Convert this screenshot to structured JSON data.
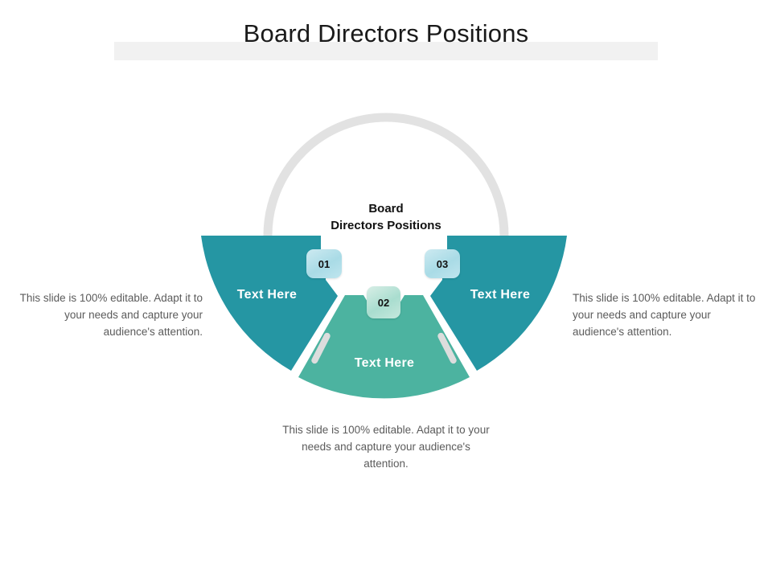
{
  "slide": {
    "title": "Board Directors Positions",
    "center_heading": "Board\nDirectors Positions",
    "background_color": "#ffffff",
    "title_band_color": "#f1f1f1"
  },
  "palette": {
    "teal": "#2596a3",
    "green": "#4cb3a0",
    "ring_gray": "#e2e2e2",
    "divider_gray": "#dddddd",
    "badge_blue": "#a9dbe6",
    "badge_green": "#a9ddcf",
    "body_text": "#5b5b5b",
    "title_text": "#1a1a1a"
  },
  "segments": [
    {
      "id": "01",
      "badge": "01",
      "label": "Text Here",
      "body": "This slide is 100% editable.  Adapt it to your needs and capture your audience's attention.",
      "color": "#2596a3",
      "badge_color": "#a9dbe6",
      "position": "left"
    },
    {
      "id": "02",
      "badge": "02",
      "label": "Text Here",
      "body": "This slide is 100% editable.  Adapt it to your needs and capture your audience's attention.",
      "color": "#4cb3a0",
      "badge_color": "#a9ddcf",
      "position": "bottom"
    },
    {
      "id": "03",
      "badge": "03",
      "label": "Text Here",
      "body": "This slide is 100% editable.  Adapt it to your needs and capture your audience's attention.",
      "color": "#2596a3",
      "badge_color": "#a9dbe6",
      "position": "right"
    }
  ],
  "icons": {
    "ring": "semicircle-arc-icon",
    "divider": "wedge-divider-icon"
  }
}
